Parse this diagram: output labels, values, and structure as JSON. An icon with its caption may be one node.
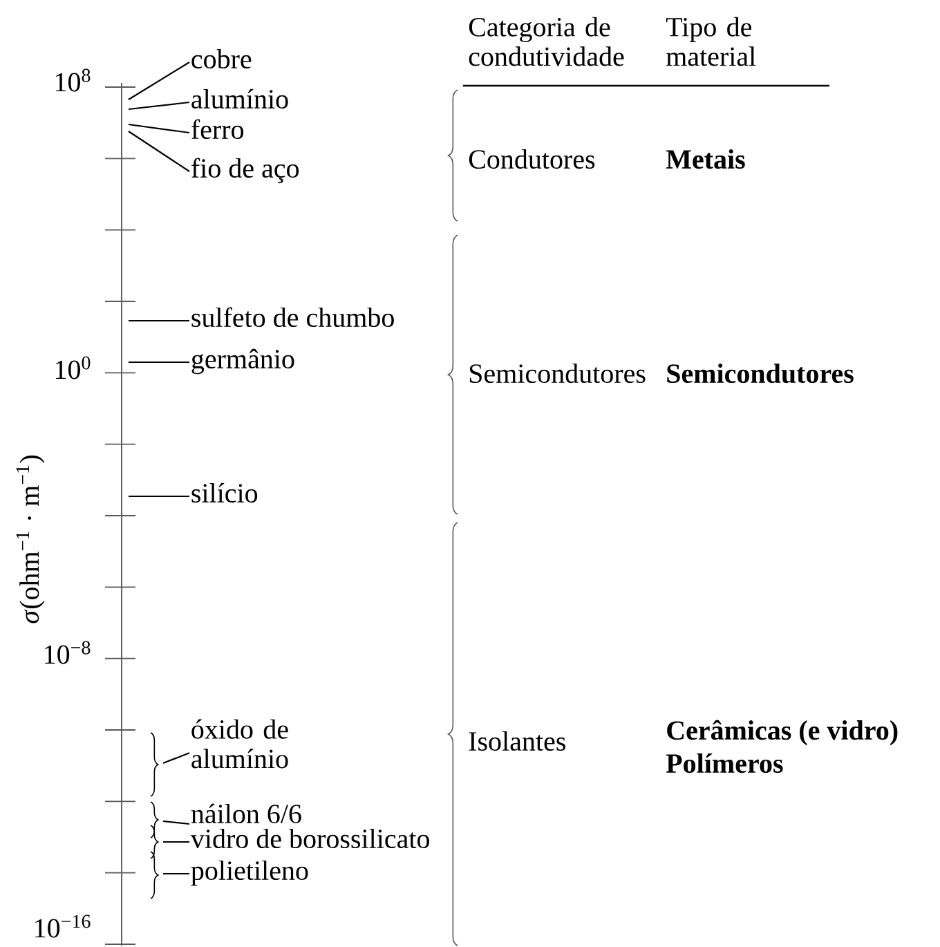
{
  "diagram": {
    "nodes": [
      {
        "text": [
          "cobre"
        ]
      },
      {
        "text": [
          "alumínio"
        ]
      },
      {
        "text": [
          "ferro"
        ]
      },
      {
        "text": [
          "fio de aço"
        ]
      },
      {
        "text": [
          "sulfeto de chumbo"
        ]
      },
      {
        "text": [
          "germânio"
        ]
      },
      {
        "text": [
          "silício"
        ]
      },
      {
        "text": [
          "óxido de alumínio"
        ]
      },
      {
        "text": [
          "náilon 6/6"
        ]
      },
      {
        "text": [
          "vidro de borossilicato"
        ]
      },
      {
        "text": [
          "polietileno"
        ]
      }
    ],
    "edges": [
      {
        "from": 0,
        "to": null,
        "arrow": "none"
      },
      {
        "from": 1,
        "to": null,
        "arrow": "none"
      },
      {
        "from": 2,
        "to": null,
        "arrow": "none"
      },
      {
        "from": 3,
        "to": null,
        "arrow": "none"
      },
      {
        "from": 4,
        "to": null,
        "arrow": "none"
      },
      {
        "from": 5,
        "to": null,
        "arrow": "none"
      },
      {
        "from": 6,
        "to": null,
        "arrow": "none"
      },
      {
        "from": 7,
        "to": null,
        "arrow": "none"
      },
      {
        "from": 8,
        "to": null,
        "arrow": "none"
      },
      {
        "from": 9,
        "to": null,
        "arrow": "none"
      },
      {
        "from": 10,
        "to": null,
        "arrow": "none"
      }
    ],
    "labels": [
      "Categoria de condutividade",
      "Tipo de material",
      "10$^{8}$",
      "10$^{0}$",
      "10$^{−8}$",
      "10$^{−16}$",
      "*σ*(ohm$^{−1}$ · m$^{−1}$)",
      "Condutores",
      "Metais",
      "Semicondutores",
      "Semicondutores",
      "Isolantes",
      "Cerâmicas (e vidro)",
      "Polímeros"
    ]
  }
}
